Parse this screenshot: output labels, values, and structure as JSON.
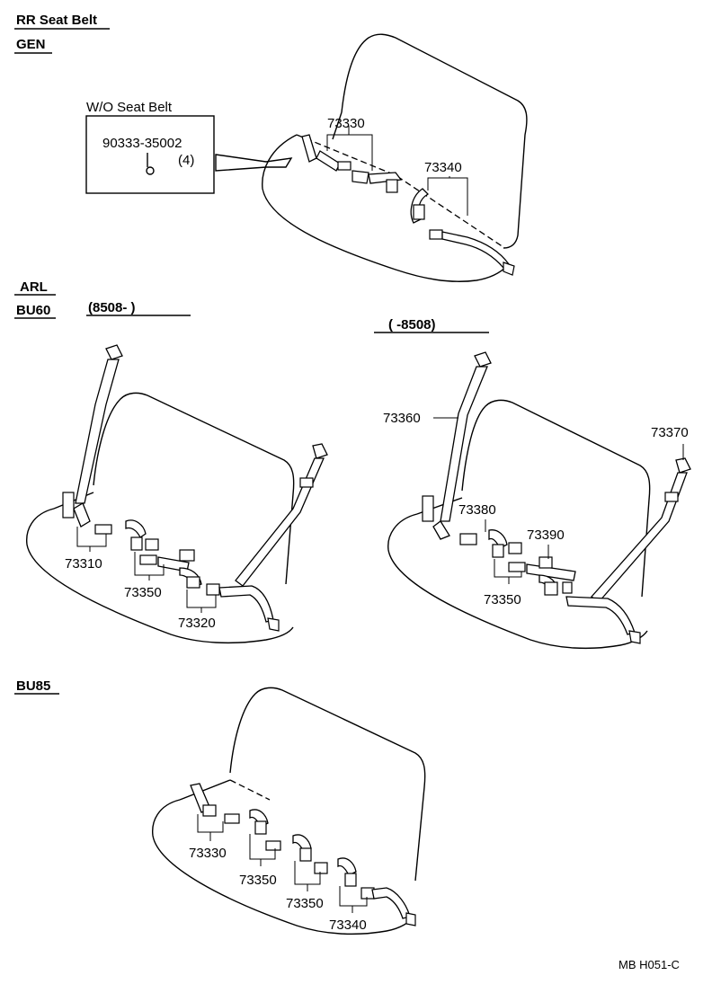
{
  "headings": {
    "title": "RR Seat Belt",
    "gen": "GEN",
    "arl": "ARL",
    "bu60": "BU60",
    "range_new": "(8508-        )",
    "range_old": "(        -8508)",
    "bu85": "BU85"
  },
  "inset": {
    "title": "W/O Seat Belt",
    "part_no": "90333-35002",
    "qty": "(4)"
  },
  "parts": {
    "gen_a": "73330",
    "gen_b": "73340",
    "bu60n_a": "73310",
    "bu60n_b": "73350",
    "bu60n_c": "73320",
    "bu60o_a": "73360",
    "bu60o_b": "73370",
    "bu60o_c": "73380",
    "bu60o_d": "73390",
    "bu60o_e": "73350",
    "bu85_a": "73330",
    "bu85_b": "73350",
    "bu85_c": "73350",
    "bu85_d": "73340"
  },
  "footer": {
    "code": "MB H051-C"
  }
}
